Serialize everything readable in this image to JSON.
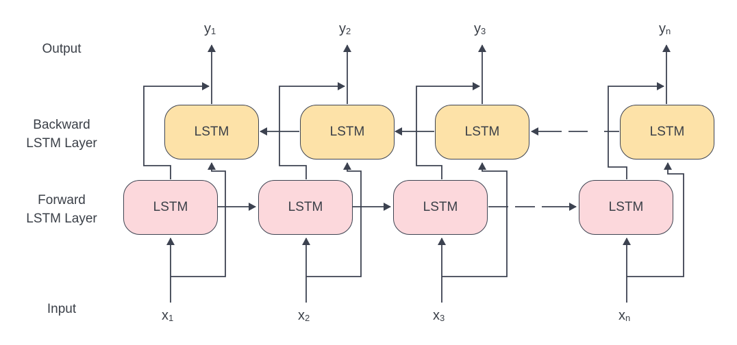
{
  "row_labels": {
    "output": "Output",
    "backward": "Backward\nLSTM Layer",
    "forward": "Forward\nLSTM Layer",
    "input": "Input"
  },
  "cell_label": "LSTM",
  "columns": [
    {
      "x_base": "x",
      "x_sub": "1",
      "y_base": "y",
      "y_sub": "1"
    },
    {
      "x_base": "x",
      "x_sub": "2",
      "y_base": "y",
      "y_sub": "2"
    },
    {
      "x_base": "x",
      "x_sub": "3",
      "y_base": "y",
      "y_sub": "3"
    },
    {
      "x_base": "x",
      "x_sub": "n",
      "y_base": "y",
      "y_sub": "n"
    }
  ],
  "colors": {
    "forward_fill": "#fcd8dc",
    "backward_fill": "#fde2a8",
    "stroke": "#3c4250"
  }
}
